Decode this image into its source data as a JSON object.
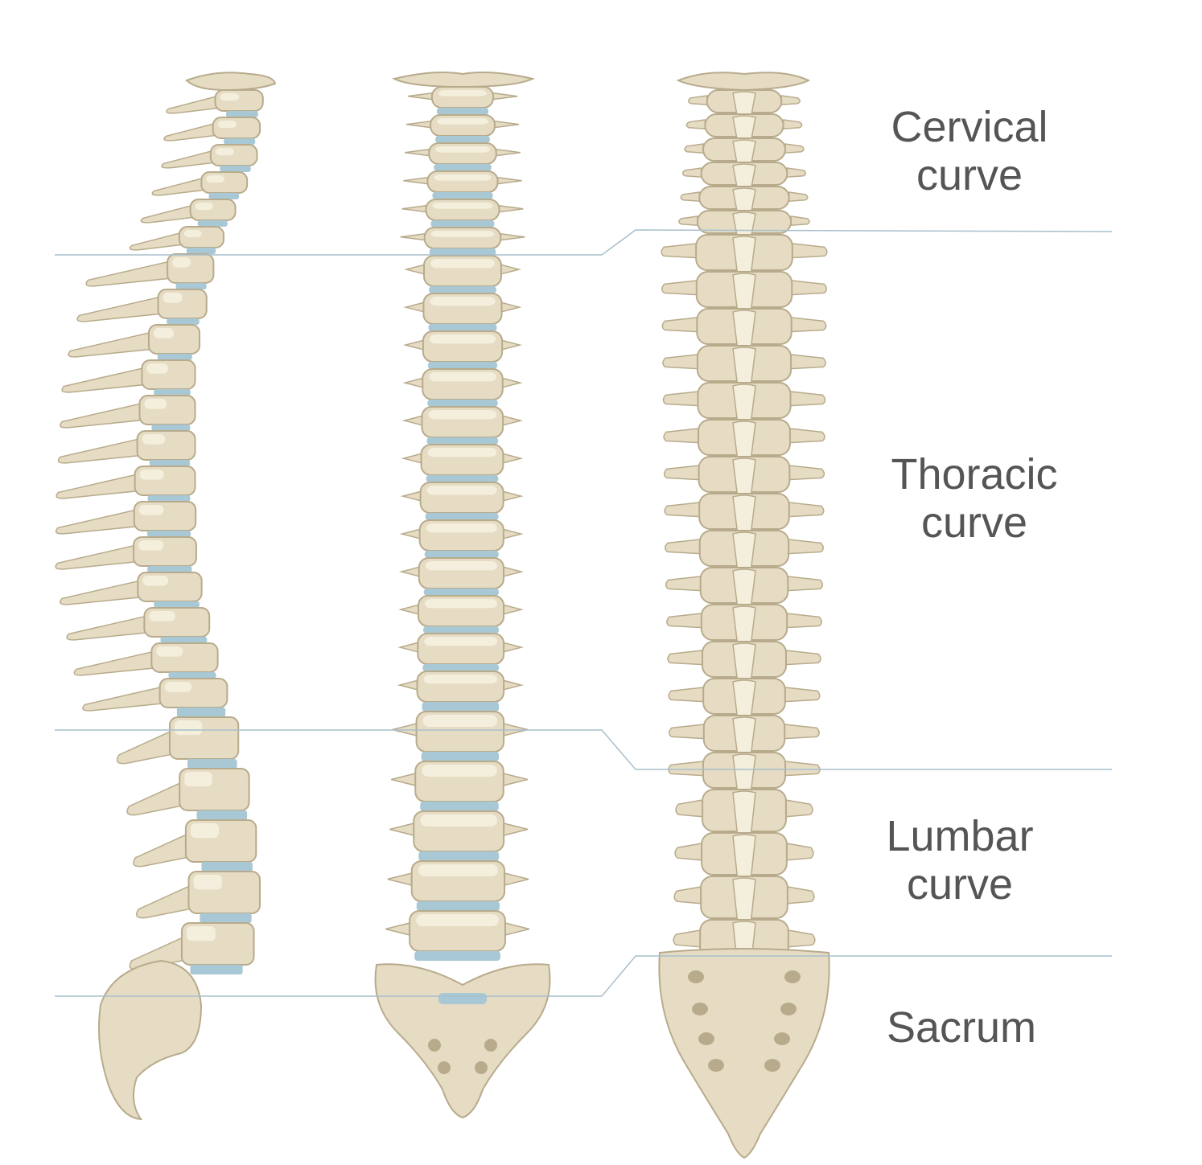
{
  "labels": {
    "cervical": [
      "Cervical",
      "curve"
    ],
    "thoracic": [
      "Thoracic",
      "curve"
    ],
    "lumbar": [
      "Lumbar",
      "curve"
    ],
    "sacrum": [
      "Sacrum"
    ]
  },
  "colors": {
    "background": "#ffffff",
    "bone": "#e6dcc4",
    "bone_shadow": "#b8ab8c",
    "bone_highlight": "#f4eedd",
    "disc": "#a9c8d6",
    "divider": "#a8bfcc",
    "label_text": "#555555"
  }
}
